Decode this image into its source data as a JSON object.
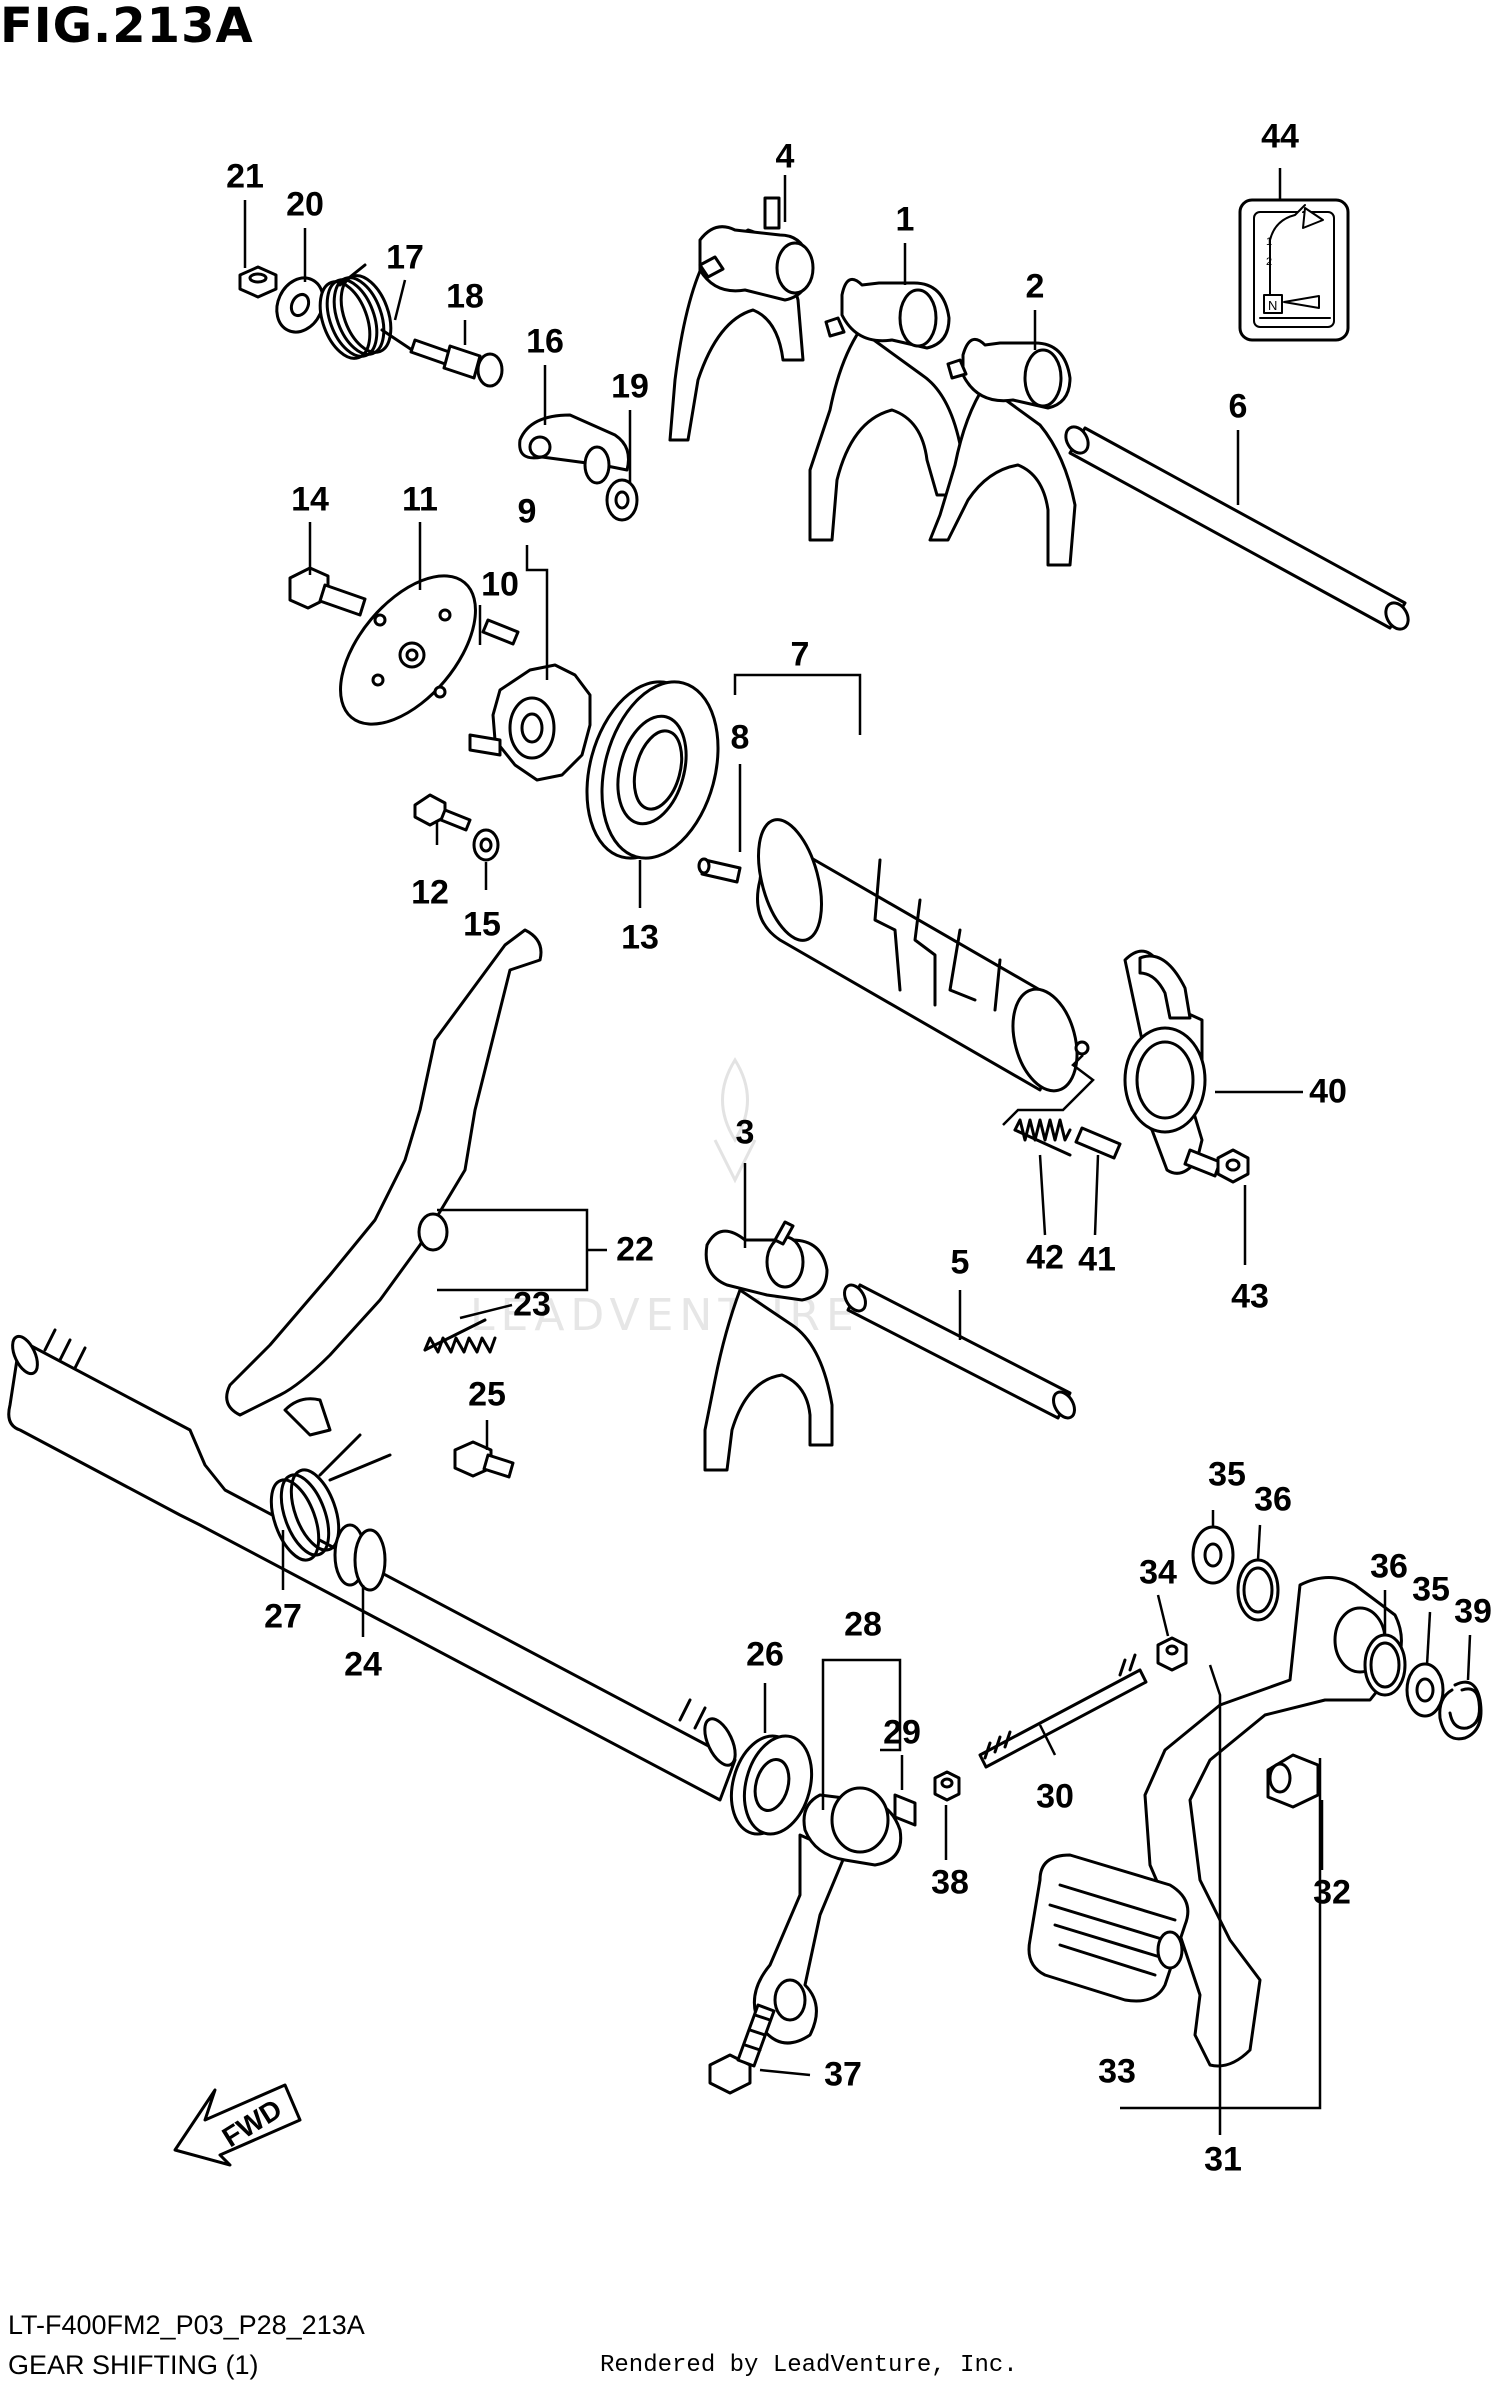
{
  "figure": {
    "title": "FIG.213A",
    "code": "LT-F400FM2_P03_P28_213A",
    "name": "GEAR SHIFTING (1)",
    "credit": "Rendered by LeadVenture, Inc.",
    "watermark": "LEADVENTURE"
  },
  "direction_label": "FWD",
  "shift_pattern": {
    "top": "1",
    "mid": "2",
    "neutral": "N"
  },
  "callouts": [
    {
      "id": "c1",
      "label": "1"
    },
    {
      "id": "c2",
      "label": "2"
    },
    {
      "id": "c3",
      "label": "3"
    },
    {
      "id": "c4",
      "label": "4"
    },
    {
      "id": "c5",
      "label": "5"
    },
    {
      "id": "c6",
      "label": "6"
    },
    {
      "id": "c7",
      "label": "7"
    },
    {
      "id": "c8",
      "label": "8"
    },
    {
      "id": "c9",
      "label": "9"
    },
    {
      "id": "c10",
      "label": "10"
    },
    {
      "id": "c11",
      "label": "11"
    },
    {
      "id": "c12",
      "label": "12"
    },
    {
      "id": "c13",
      "label": "13"
    },
    {
      "id": "c14",
      "label": "14"
    },
    {
      "id": "c15",
      "label": "15"
    },
    {
      "id": "c16",
      "label": "16"
    },
    {
      "id": "c17",
      "label": "17"
    },
    {
      "id": "c18",
      "label": "18"
    },
    {
      "id": "c19",
      "label": "19"
    },
    {
      "id": "c20",
      "label": "20"
    },
    {
      "id": "c21",
      "label": "21"
    },
    {
      "id": "c22",
      "label": "22"
    },
    {
      "id": "c23",
      "label": "23"
    },
    {
      "id": "c24",
      "label": "24"
    },
    {
      "id": "c25",
      "label": "25"
    },
    {
      "id": "c26",
      "label": "26"
    },
    {
      "id": "c27",
      "label": "27"
    },
    {
      "id": "c28",
      "label": "28"
    },
    {
      "id": "c29",
      "label": "29"
    },
    {
      "id": "c30",
      "label": "30"
    },
    {
      "id": "c31",
      "label": "31"
    },
    {
      "id": "c32",
      "label": "32"
    },
    {
      "id": "c33",
      "label": "33"
    },
    {
      "id": "c34",
      "label": "34"
    },
    {
      "id": "c35a",
      "label": "35"
    },
    {
      "id": "c35b",
      "label": "35"
    },
    {
      "id": "c36a",
      "label": "36"
    },
    {
      "id": "c36b",
      "label": "36"
    },
    {
      "id": "c37",
      "label": "37"
    },
    {
      "id": "c38",
      "label": "38"
    },
    {
      "id": "c39",
      "label": "39"
    },
    {
      "id": "c40",
      "label": "40"
    },
    {
      "id": "c41",
      "label": "41"
    },
    {
      "id": "c42",
      "label": "42"
    },
    {
      "id": "c43",
      "label": "43"
    },
    {
      "id": "c44",
      "label": "44"
    }
  ]
}
